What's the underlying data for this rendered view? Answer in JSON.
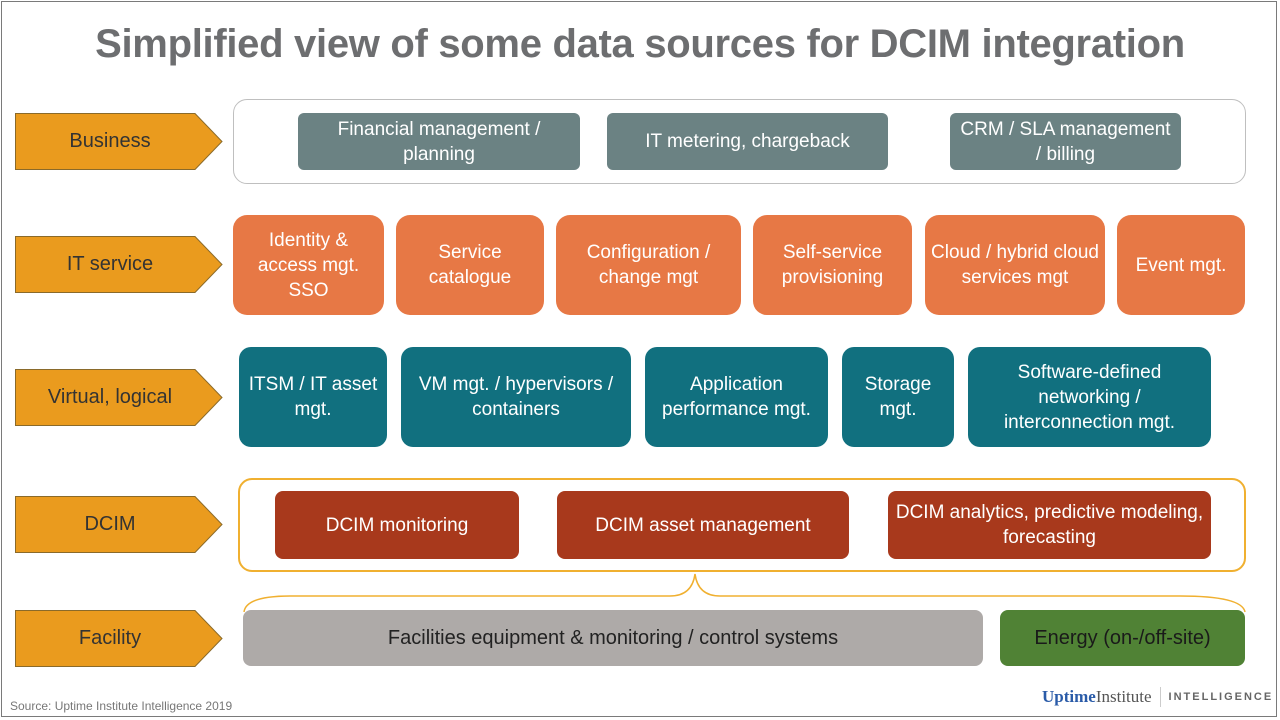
{
  "title": "Simplified view of some data sources for DCIM integration",
  "layers": [
    {
      "label": "Business",
      "items": [
        "Financial management / planning",
        "IT metering, chargeback",
        "CRM / SLA management / billing"
      ]
    },
    {
      "label": "IT service",
      "items": [
        "Identity & access mgt. SSO",
        "Service catalogue",
        "Configuration / change mgt",
        "Self-service provisioning",
        "Cloud / hybrid cloud services mgt",
        "Event mgt."
      ]
    },
    {
      "label": "Virtual, logical",
      "items": [
        "ITSM / IT asset mgt.",
        "VM mgt. / hypervisors / containers",
        "Application performance mgt.",
        "Storage mgt.",
        "Software-defined networking / interconnection mgt."
      ]
    },
    {
      "label": "DCIM",
      "items": [
        "DCIM monitoring",
        "DCIM asset management",
        "DCIM analytics, predictive modeling, forecasting"
      ]
    },
    {
      "label": "Facility",
      "items": [
        "Facilities equipment & monitoring / control systems",
        "Energy (on-/off-site)"
      ]
    }
  ],
  "colors": {
    "arrow": "#ea9b1e",
    "business": "#6b8283",
    "it_service": "#e77845",
    "virtual": "#11707f",
    "dcim": "#a8391c",
    "facility": "#aeaaa8",
    "energy": "#508235"
  },
  "footer": {
    "source": "Source: Uptime Institute Intelligence 2019",
    "logo_uptime": "Uptime",
    "logo_institute": "Institute",
    "logo_intelligence": "INTELLIGENCE"
  }
}
